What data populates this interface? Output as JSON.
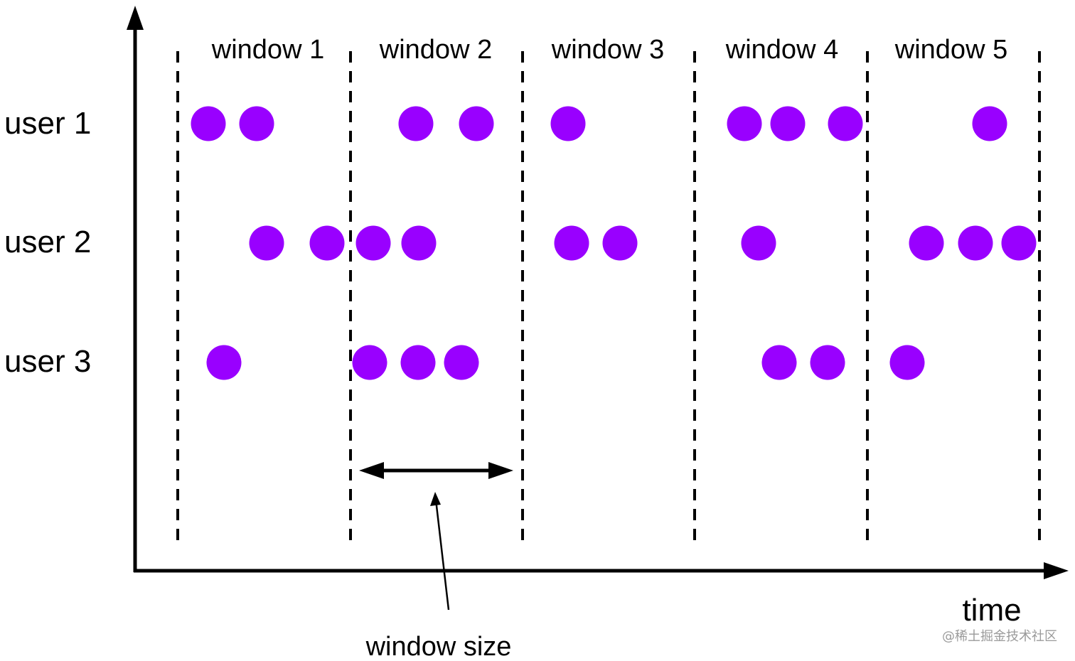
{
  "diagram": {
    "window_labels": [
      "window 1",
      "window 2",
      "window 3",
      "window 4",
      "window 5"
    ],
    "user_labels": [
      "user 1",
      "user 2",
      "user 3"
    ],
    "x_axis_label": "time",
    "window_size_label": "window size",
    "watermark": "@稀土掘金技术社区",
    "event_color": "#9900ff",
    "line_color": "#000000"
  }
}
